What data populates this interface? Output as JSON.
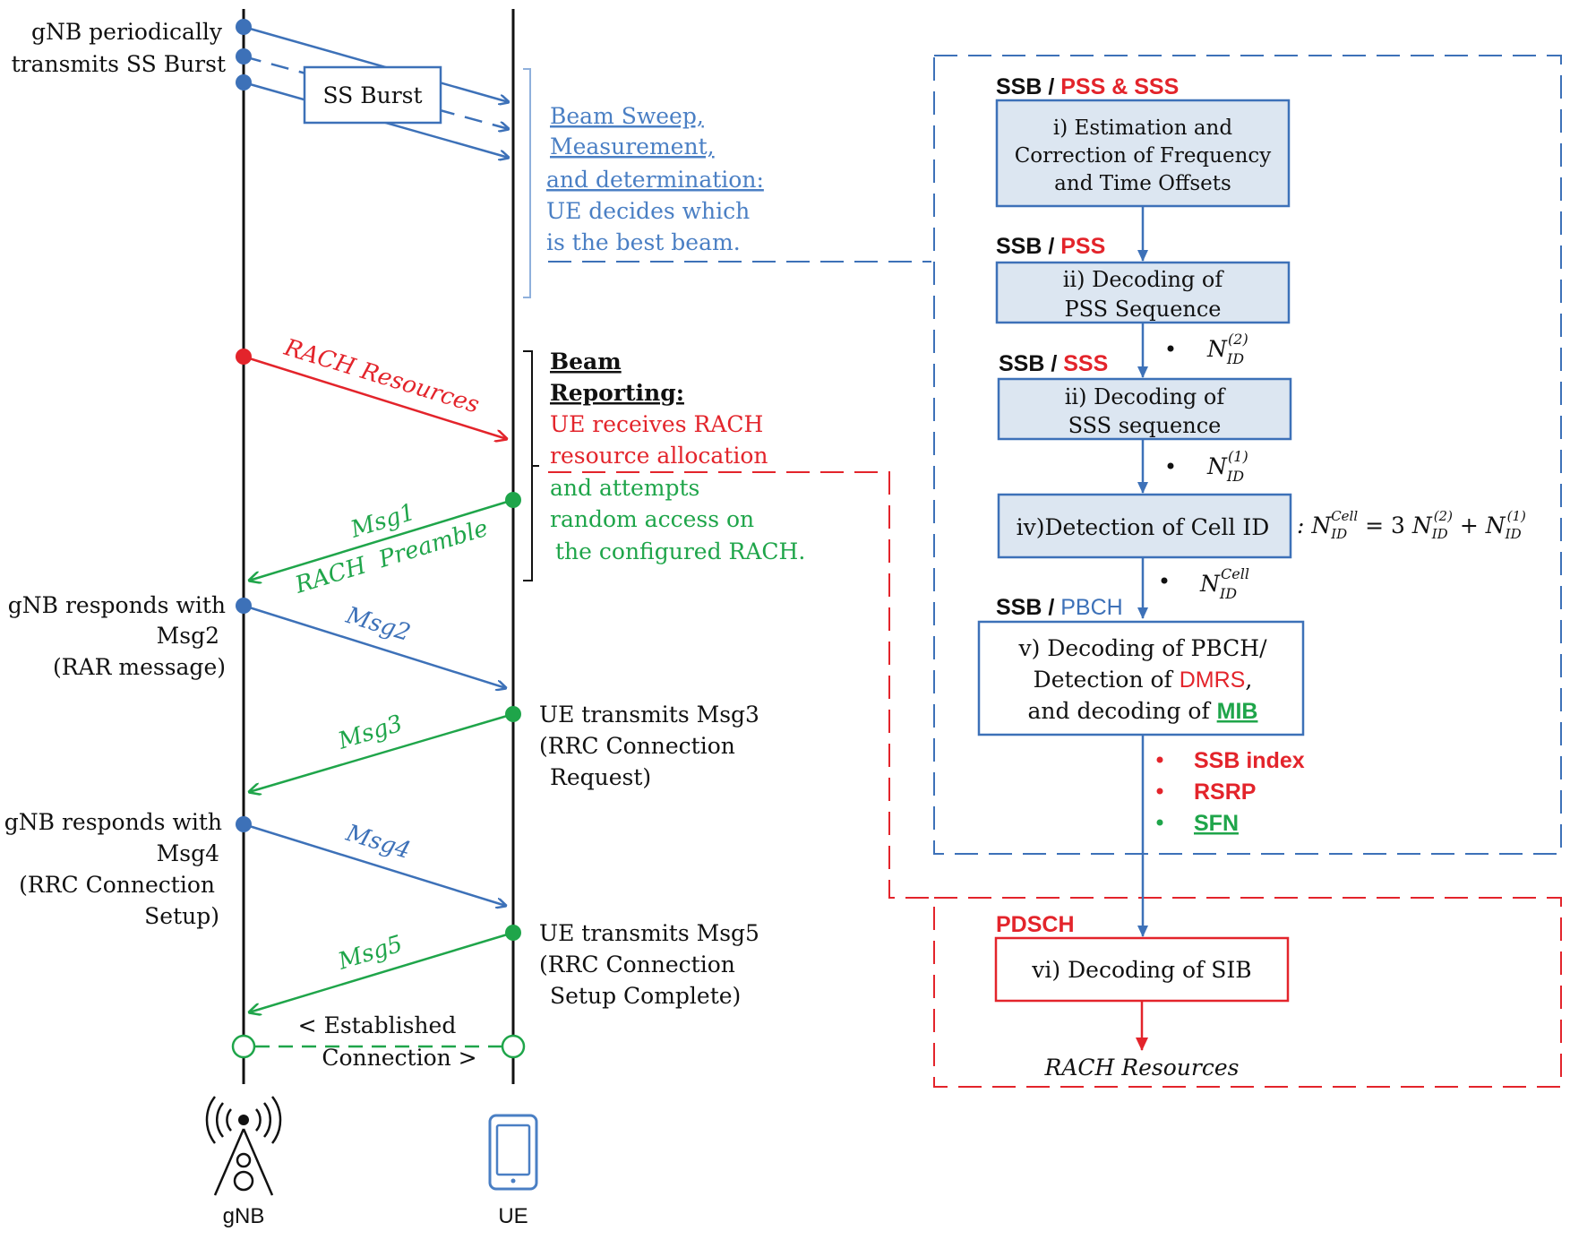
{
  "colors": {
    "blue": "#3d71b8",
    "blue_text": "#4a7fc4",
    "red": "#e3242b",
    "green": "#1fa54a",
    "black": "#111111",
    "box_fill": "#dce6f1"
  },
  "timeline": {
    "gnb_label": "gNB",
    "ue_label": "UE",
    "gnb_icon": "cell-tower-icon",
    "ue_icon": "smartphone-icon"
  },
  "left_notes": {
    "ss_burst_1": "gNB periodically",
    "ss_burst_2": "transmits SS Burst",
    "msg2_1": "gNB responds with",
    "msg2_2": "Msg2",
    "msg2_3": "(RAR message)",
    "msg4_1": "gNB responds with",
    "msg4_2": "Msg4",
    "msg4_3": "(RRC Connection",
    "msg4_4": "Setup)"
  },
  "ss_burst_box": "SS Burst",
  "beam_sweep": {
    "title_1": "Beam Sweep,",
    "title_2": "Measurement,",
    "title_3": "and determination:",
    "body_1": "UE decides which",
    "body_2": "is the best beam."
  },
  "beam_reporting": {
    "title_1": "Beam",
    "title_2": "Reporting:",
    "red_1": "UE receives RACH",
    "red_2": "resource allocation",
    "green_1": "and attempts",
    "green_2": "random access on",
    "green_3": "the configured RACH."
  },
  "arrows": {
    "rach_resources": "RACH Resources",
    "msg1": "Msg1",
    "rach_preamble": "RACH  Preamble",
    "msg2": "Msg2",
    "msg3": "Msg3",
    "msg4": "Msg4",
    "msg5": "Msg5"
  },
  "ue_notes": {
    "msg3_1": "UE transmits Msg3",
    "msg3_2": "(RRC Connection",
    "msg3_3": "Request)",
    "msg5_1": "UE transmits Msg5",
    "msg5_2": "(RRC Connection",
    "msg5_3": "Setup Complete)"
  },
  "established": {
    "line_1": "< Established",
    "line_2": "Connection >"
  },
  "flow": {
    "label1_black": "SSB / ",
    "label1_red": "PSS & SSS",
    "box1_1": "i) Estimation and",
    "box1_2": "Correction of Frequency",
    "box1_3": "and Time Offsets",
    "label2_black": "SSB / ",
    "label2_red": "PSS",
    "box2_1": "ii) Decoding of",
    "box2_2": "PSS Sequence",
    "nid2_sym": "N",
    "nid2_sub": "ID",
    "nid2_sup": "(2)",
    "label3_black": "SSB / ",
    "label3_red": "SSS",
    "box3_1": "ii) Decoding of",
    "box3_2": "SSS sequence",
    "nid1_sym": "N",
    "nid1_sub": "ID",
    "nid1_sup": "(1)",
    "box4": "iv)Detection of Cell ID",
    "formula": ": N_ID^Cell = 3 N_ID^(2) + N_ID^(1)",
    "nidcell_sym": "N",
    "nidcell_sub": "ID",
    "nidcell_sup": "Cell",
    "label5_black": "SSB / ",
    "label5_blue": "PBCH",
    "box5_1": "v) Decoding of PBCH/",
    "box5_2a": "Detection of ",
    "box5_2b": "DMRS",
    "box5_2c": ",",
    "box5_3a": "and decoding of ",
    "box5_3b": "MIB",
    "bullet1": "SSB index",
    "bullet2": "RSRP",
    "bullet3": "SFN",
    "label6": "PDSCH",
    "box6": "vi) Decoding of SIB",
    "rach_out": "RACH Resources"
  }
}
